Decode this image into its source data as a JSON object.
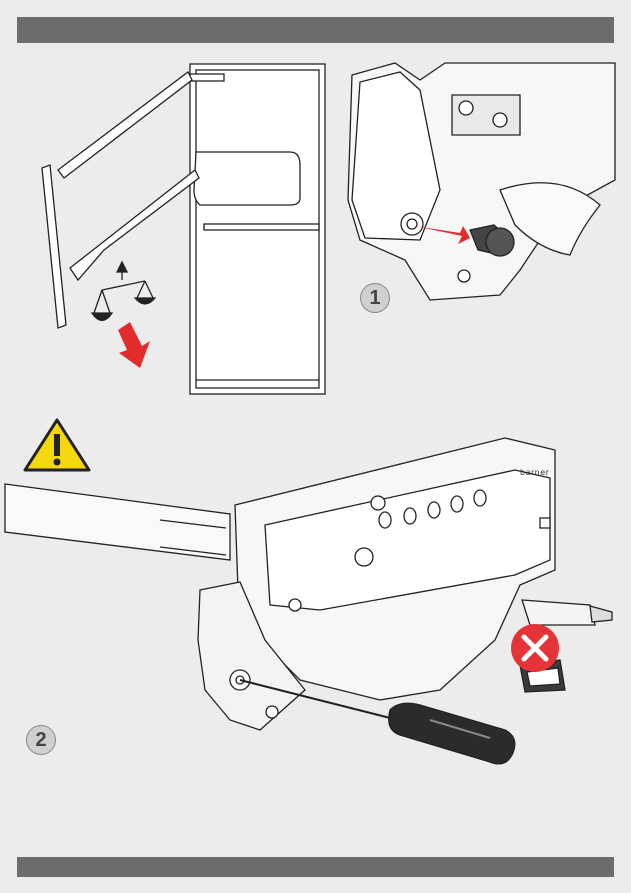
{
  "steps": {
    "step1_label": "1",
    "step2_label": "2"
  },
  "brand_text": "barner",
  "icons": {
    "warning": "warning-triangle-icon",
    "forbidden": "cross-forbidden-icon",
    "arrow": "red-arrow-icon"
  },
  "colors": {
    "header_bar": "#6d6d6d",
    "background": "#ececec",
    "warning_yellow": "#f5d70c",
    "forbidden_red": "#e63338",
    "arrow_red": "#e32b2b"
  }
}
